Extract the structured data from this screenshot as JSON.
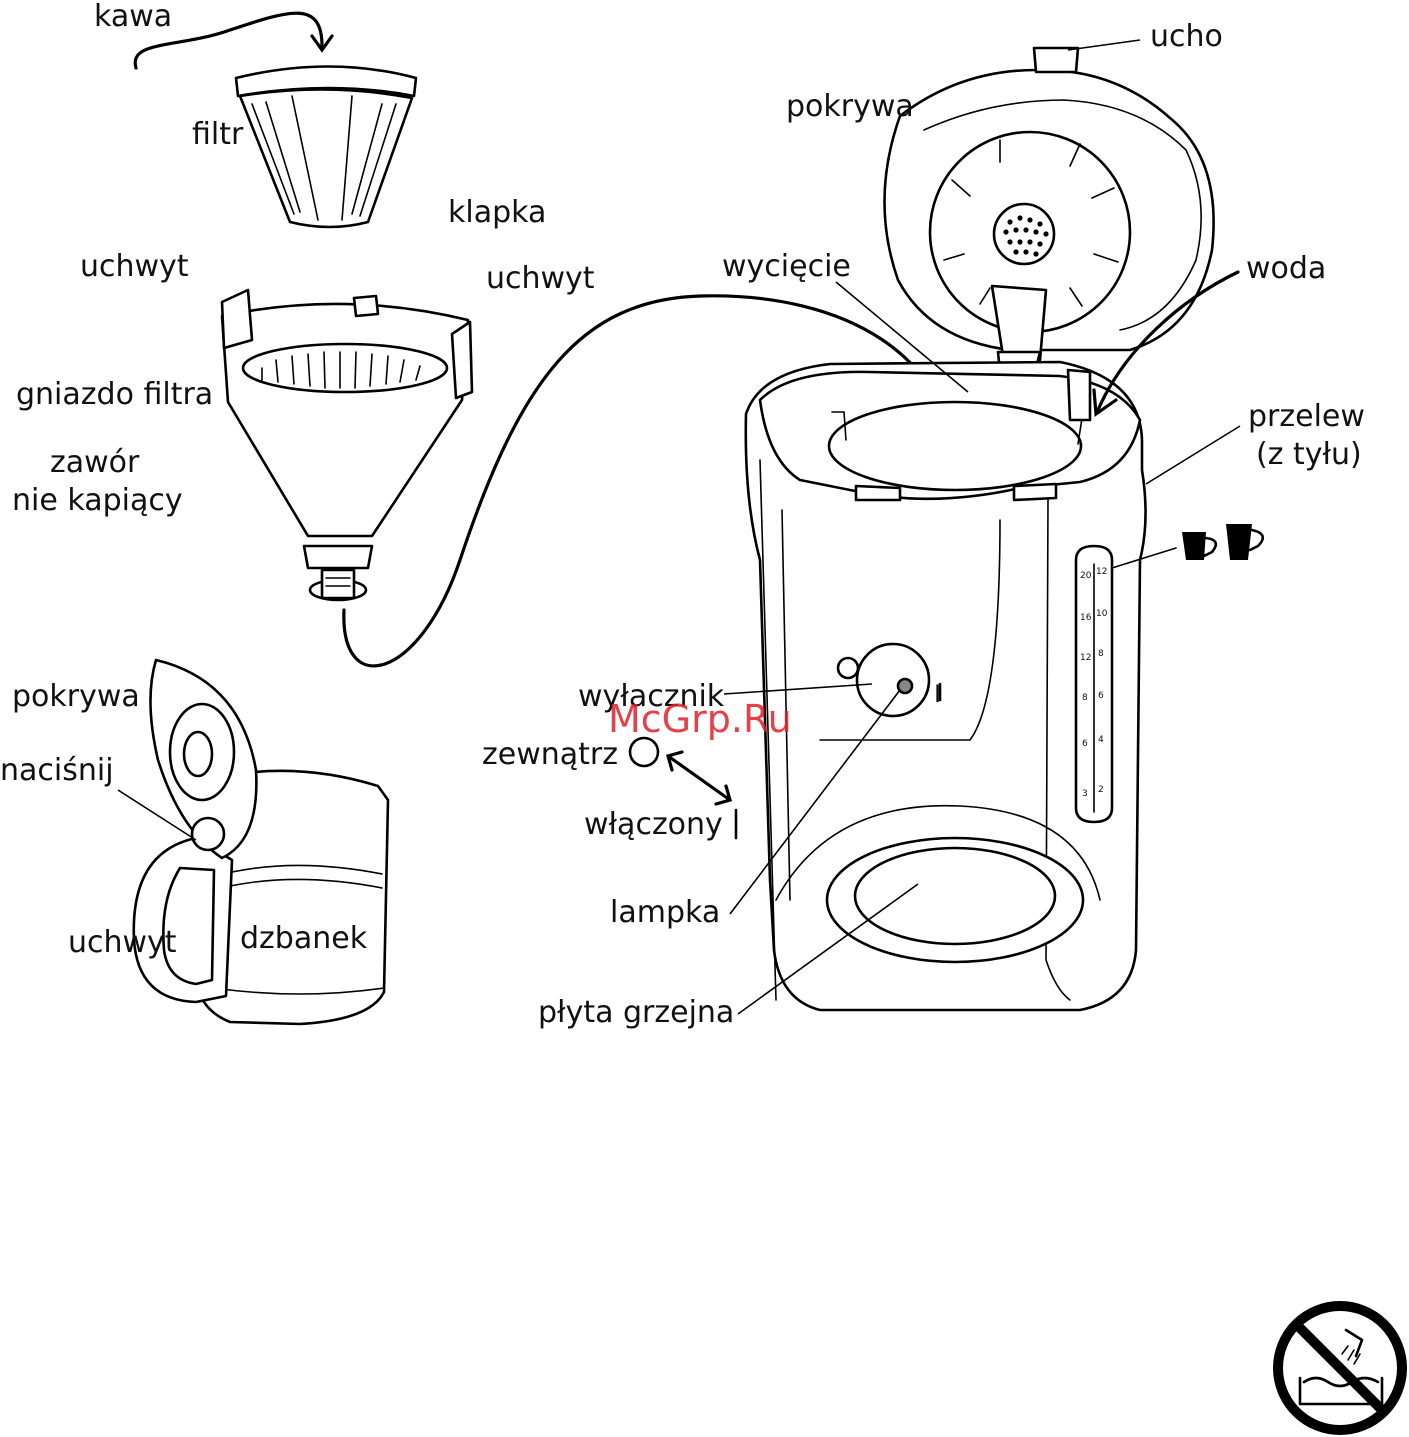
{
  "labels": {
    "kawa": "kawa",
    "filtr": "filtr",
    "klapka": "klapka",
    "uchwyt_left": "uchwyt",
    "uchwyt_right": "uchwyt",
    "gniazdo_filtra": "gniazdo filtra",
    "zawor_line1": "zawór",
    "zawor_line2": "nie kapiący",
    "ucho": "ucho",
    "pokrywa_top": "pokrywa",
    "wyciecie": "wycięcie",
    "woda": "woda",
    "przelew_line1": "przelew",
    "przelew_line2": "(z tyłu)",
    "wylacznik": "wyłacznik",
    "symbol_on_mark": "I",
    "zewnatrz": "zewnątrz",
    "wlaczony": "włączony",
    "lampka": "lampka",
    "plyta_grzejna": "płyta grzejna",
    "pokrywa_jug": "pokrywa",
    "nacisnij": "naciśnij",
    "uchwyt_jug": "uchwyt",
    "dzbanek": "dzbanek"
  },
  "scale": {
    "large_cups": [
      "20",
      "16",
      "12",
      "8",
      "6",
      "3"
    ],
    "small_cups": [
      "12",
      "10",
      "8",
      "6",
      "4",
      "2"
    ]
  },
  "watermark": "McGrp.Ru",
  "icons": {
    "cups": "cup-size-icons",
    "no_dishwasher": "no-immersion-icon"
  }
}
